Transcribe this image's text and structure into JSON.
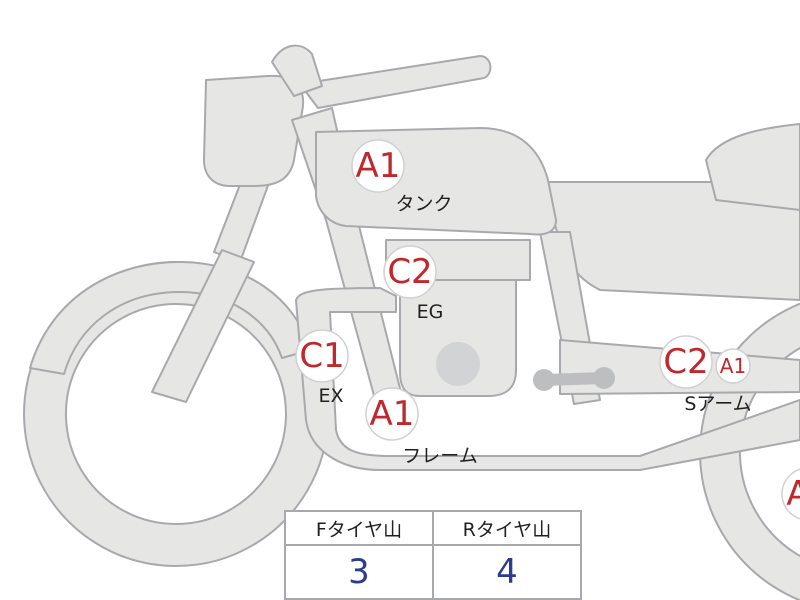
{
  "grades": {
    "tank": "A1",
    "engine": "C2",
    "exhaust": "C1",
    "frame": "A1",
    "swingarm_1": "C2",
    "swingarm_2": "A1",
    "rear_wheel": "A"
  },
  "labels": {
    "tank": "タンク",
    "engine": "EG",
    "exhaust": "EX",
    "frame": "フレーム",
    "swingarm": "Sアーム"
  },
  "tire_table": {
    "front_header": "Fタイヤ山",
    "rear_header": "Rタイヤ山",
    "front_value": "3",
    "rear_value": "4"
  },
  "colors": {
    "grade_text": "#c0282d",
    "tire_value_text": "#2e3c8f",
    "part_fill": "#e6e7e5",
    "part_stroke": "#a7a9ac"
  }
}
